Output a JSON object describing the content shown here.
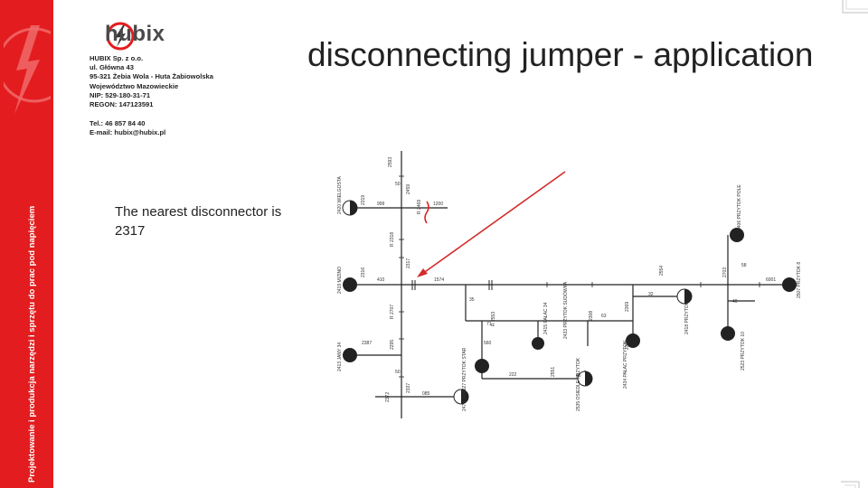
{
  "sidebar": {
    "color": "#e31d1f",
    "vertical_text": "Projektowanie i produkcja narzędzi i sprzętu do prac pod napięciem",
    "logo_icon": "lightning-bolt-icon"
  },
  "brand": {
    "name": "hubix",
    "logo_icon": "lightning-circle-icon"
  },
  "company": {
    "line1": "HUBIX Sp. z o.o.",
    "line2": "ul. Główna 43",
    "line3": "95-321 Żebia Wola - Huta Żabiowolska",
    "line4": "Województwo Mazowieckie",
    "line5": "NIP: 529-180-31-71",
    "line6": "REGON: 147123591",
    "line7": "Tel.: 46 857 84 40",
    "line8": "E-mail: hubix@hubix.pl"
  },
  "title": "disconnecting jumper - application",
  "note": "The nearest disconnector is 2317",
  "diagram": {
    "arrow_color": "#d42b2b",
    "station_labels": {
      "s2420": "2420 WIELGOSTA",
      "s2419": "2419 MIZINO",
      "s2413": "2413 JANY 34",
      "s2372": "2372",
      "s2474": "2474 JANY",
      "s2527": "2527 PRZYTOK STAR",
      "s2415": "2415 PAŁAC 34",
      "s2433": "2433 PRZYTOK SUDÓWKA",
      "s2535": "2535 OSIEDLE PRZYTOK",
      "s2434": "2434 PAŁAC PRZYTOK",
      "s2418": "2418 PRZYTOK",
      "s2406": "2406 PRZYTOK POLE",
      "s2523": "2523 PRZYTOK 10",
      "s2507": "2507 PRZYTOK 8"
    },
    "line_labels": {
      "l2593": "2593",
      "l2459": "2459",
      "l2319": "2319",
      "l999": "999",
      "l2469": "R 2469",
      "l1200": "1200",
      "l2318": "R 2318",
      "l2316": "2316",
      "l410": "410",
      "l2317": "2317",
      "l1574": "1574",
      "l2554": "2554",
      "l2703": "2703",
      "l6001": "6001",
      "l2707": "R 2707",
      "l2295": "2295",
      "l2553": "R 2553",
      "l2308": "2308",
      "l2306": "2306",
      "l2369": "2369",
      "l2551": "2551",
      "l2337": "2337",
      "l085": "085",
      "l2387": "2387",
      "n50a": "50",
      "n50b": "50",
      "n32": "32",
      "n35": "35",
      "n71": "71",
      "n40": "40",
      "n45": "45",
      "n63": "63",
      "n58": "58",
      "n222": "222",
      "n560": "560"
    }
  }
}
